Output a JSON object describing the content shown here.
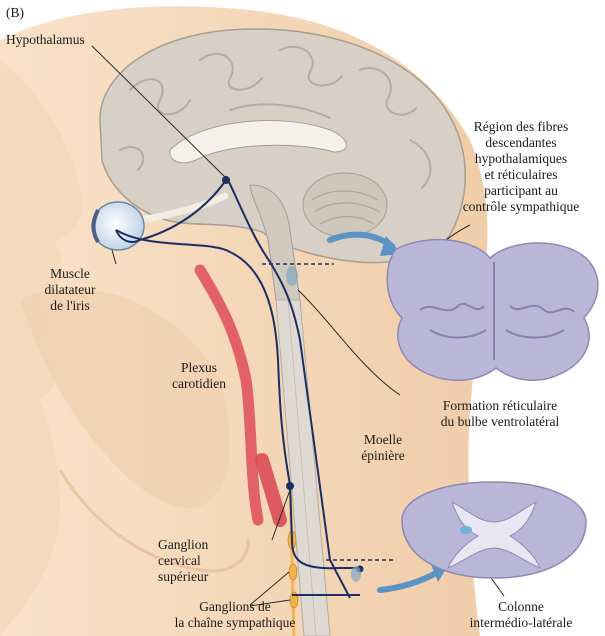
{
  "panel_letter": "(B)",
  "labels": {
    "hypothalamus": "Hypothalamus",
    "region": [
      "Région des fibres",
      "descendantes",
      "hypothalamiques",
      "et réticulaires",
      "participant au",
      "contrôle sympathique"
    ],
    "muscle": [
      "Muscle",
      "dilatateur",
      "de l'iris"
    ],
    "plexus": [
      "Plexus",
      "carotidien"
    ],
    "formation": [
      "Formation réticulaire",
      "du bulbe ventrolatéral"
    ],
    "moelle": [
      "Moelle",
      "épinière"
    ],
    "ganglion_cervical": [
      "Ganglion",
      "cervical",
      "supérieur"
    ],
    "ganglions_chaine": [
      "Ganglions de",
      "la chaîne sympathique"
    ],
    "colonne": [
      "Colonne",
      "intermédio-latérale"
    ]
  },
  "colors": {
    "skin": "#f6dcc1",
    "brain": "#d9d3ca",
    "pathway": "#1b2f63",
    "carotid": "#e0545e",
    "ganglion": "#f0b24a",
    "section": "#b9b6d8",
    "arrow": "#5b93c4"
  }
}
